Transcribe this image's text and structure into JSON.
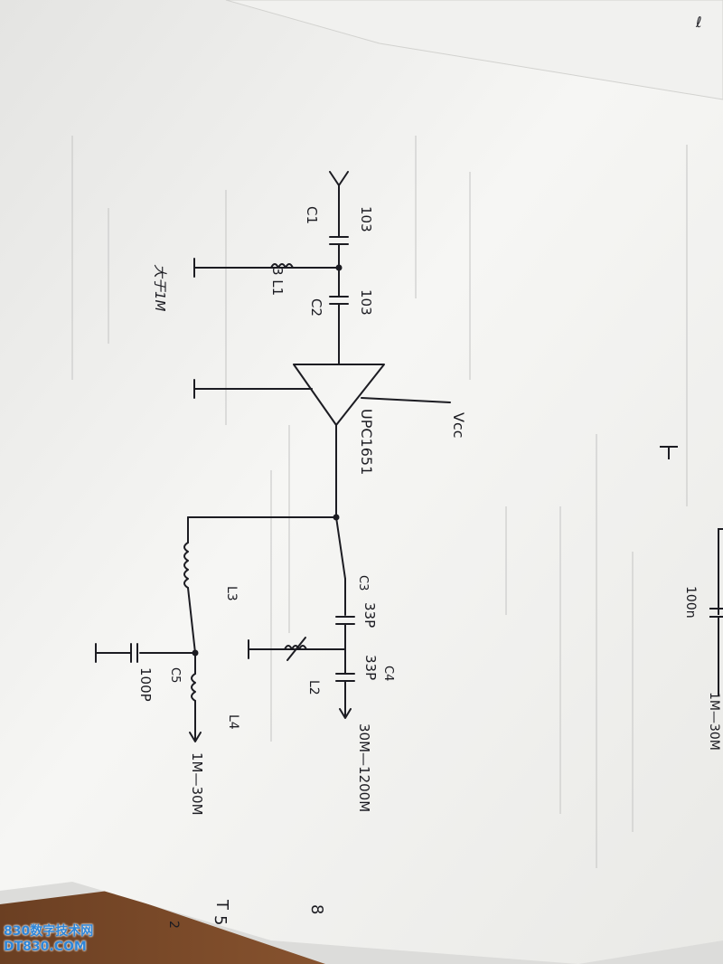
{
  "labels": {
    "cap1_value": "103",
    "cap1_name": "C1",
    "cap2_value": "103",
    "cap2_name": "C2",
    "coil1_name": "3 L1",
    "antenna_note": "大于1M",
    "amp_part": "UPC1651",
    "vcc": "Vcc",
    "cap3_name": "C3",
    "cap3_value": "33P",
    "cap4_value": "33P",
    "cap4_name": "C4",
    "coil2_name": "L2",
    "coil3_name": "L3",
    "coil4_name": "L4",
    "cap5_name": "C5",
    "cap5_value": "100P",
    "out_high": "30M—1200M",
    "out_low": "1M—30M",
    "neighbor_cap": "100n",
    "neighbor_band": "1M—30M",
    "edge_marks": [
      "8",
      "T",
      "5",
      "2"
    ]
  },
  "watermark": {
    "line1": "830数字技术网",
    "line2": "DT830.COM"
  },
  "colors": {
    "ink": "#1c1c22",
    "paper": "#f3f3f1",
    "table": "#3a2a1c",
    "watermark": "#2f86d8"
  }
}
